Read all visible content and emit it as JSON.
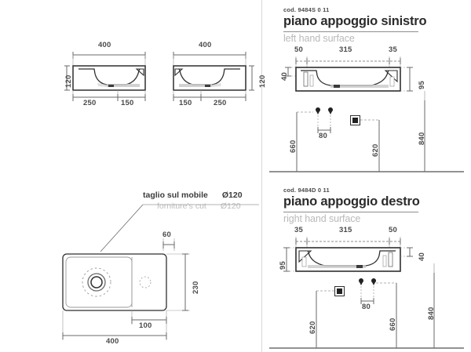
{
  "document": {
    "type": "technical-drawing-sheet",
    "background_color": "#ffffff",
    "line_color": "#2f2f2f",
    "dim_text_color": "#4a4a4a",
    "muted_text_color": "#bdbdbd"
  },
  "section_front_left": {
    "name": "front-section-left",
    "dim_top": "400",
    "dim_left": "120",
    "dim_bottom_a": "250",
    "dim_bottom_b": "150"
  },
  "section_front_right": {
    "name": "front-section-right",
    "dim_top": "400",
    "dim_right": "120",
    "dim_bottom_a": "150",
    "dim_bottom_b": "250"
  },
  "plan_view": {
    "name": "plan-view",
    "dim_width": "400",
    "dim_height": "230",
    "dim_drain_x": "100",
    "dim_drain_y": "60",
    "callout": {
      "label_it": "taglio sul mobile",
      "label_en": "forniture’s cut",
      "value_it": "Ø120",
      "value_en": "Ø120"
    }
  },
  "panel_left_hand": {
    "code": "cod. 9484S 0 11",
    "title_it": "piano appoggio sinistro",
    "title_en": "left hand surface",
    "dim_top_a": "50",
    "dim_top_b": "315",
    "dim_top_c": "35",
    "dim_left": "40",
    "dim_right": "95",
    "dim_tap_height": "660",
    "dim_tap_spacing": "80",
    "dim_drain_height": "620",
    "dim_overall_height": "840"
  },
  "panel_right_hand": {
    "code": "cod. 9484D 0 11",
    "title_it": "piano appoggio destro",
    "title_en": "right hand surface",
    "dim_top_a": "35",
    "dim_top_b": "315",
    "dim_top_c": "50",
    "dim_left": "95",
    "dim_right": "40",
    "dim_tap_height": "660",
    "dim_tap_spacing": "80",
    "dim_drain_height": "620",
    "dim_overall_height": "840"
  }
}
